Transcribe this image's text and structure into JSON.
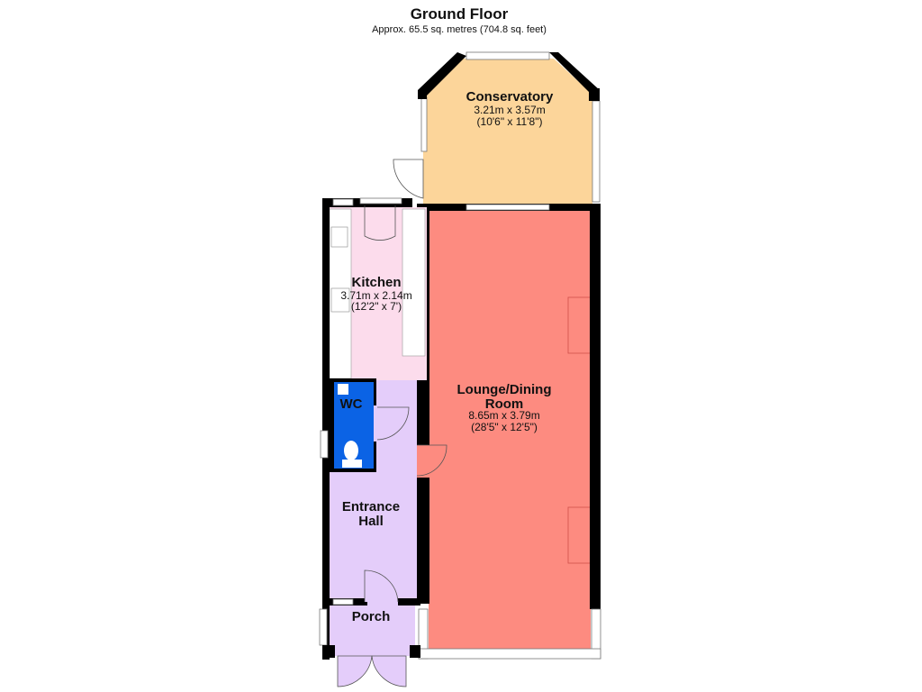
{
  "header": {
    "title": "Ground Floor",
    "subtitle": "Approx. 65.5 sq. metres (704.8 sq. feet)"
  },
  "rooms": [
    {
      "name": "Conservatory",
      "metric": "3.21m x 3.57m",
      "imperial": "(10'6\" x 11'8\")",
      "color": "#fcd59a"
    },
    {
      "name": "Kitchen",
      "metric": "3.71m x 2.14m",
      "imperial": "(12'2\" x 7')",
      "color": "#fcdcec"
    },
    {
      "name": "Lounge/Dining",
      "name2": "Room",
      "metric": "8.65m x 3.79m",
      "imperial": "(28'5\" x 12'5\")",
      "color": "#fd8b80"
    },
    {
      "name": "WC",
      "color": "#0b63e5"
    },
    {
      "name": "Entrance",
      "name2": "Hall",
      "color": "#e4cdfa"
    },
    {
      "name": "Porch",
      "color": "#e4cdfa"
    }
  ]
}
